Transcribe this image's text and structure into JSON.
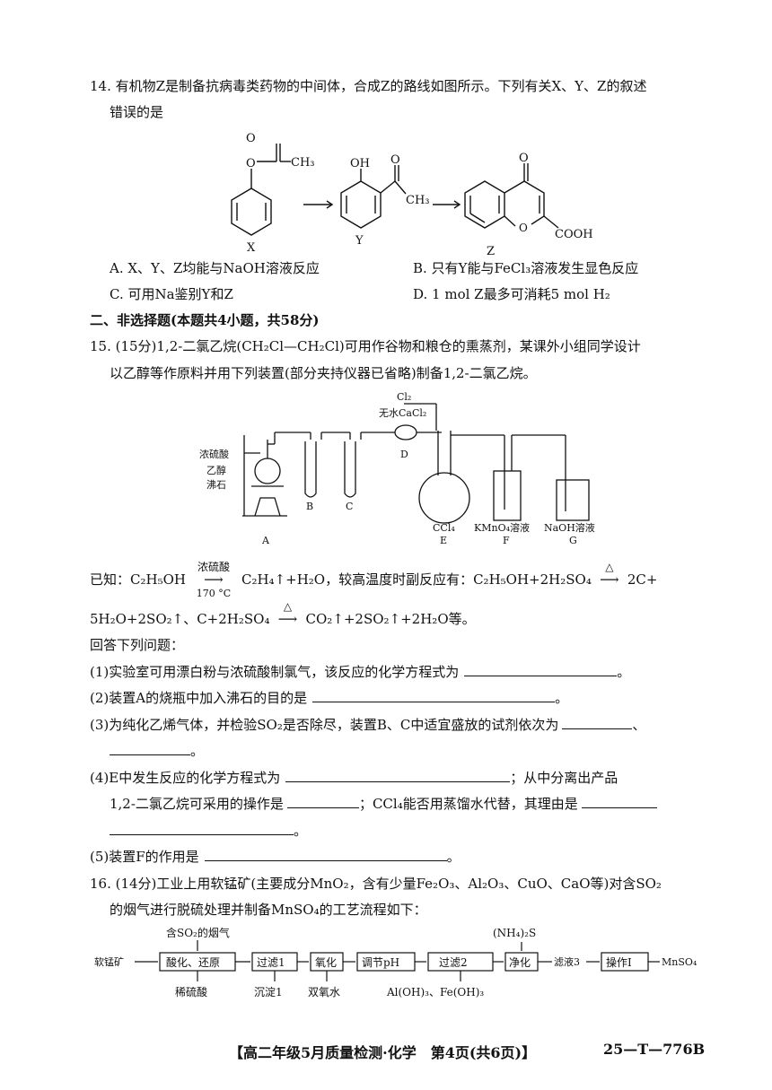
{
  "q14": {
    "line1": "14. 有机物Z是制备抗病毒类药物的中间体，合成Z的路线如图所示。下列有关X、Y、Z的叙述",
    "line2": "错误的是",
    "labels": {
      "x": "X",
      "y": "Y",
      "z": "Z",
      "o": "O",
      "oh": "OH",
      "ch3": "CH₃",
      "cooh": "COOH"
    },
    "options": {
      "a": "A. X、Y、Z均能与NaOH溶液反应",
      "b": "B. 只有Y能与FeCl₃溶液发生显色反应",
      "c": "C. 可用Na鉴别Y和Z",
      "d": "D. 1 mol Z最多可消耗5 mol H₂"
    }
  },
  "section2": "二、非选择题(本题共4小题，共58分)",
  "q15": {
    "line1": "15. (15分)1,2-二氯乙烷(CH₂Cl—CH₂Cl)可用作谷物和粮仓的熏蒸剂，某课外小组同学设计",
    "line2": "以乙醇等作原料并用下列装置(部分夹持仪器已省略)制备1,2-二氯乙烷。",
    "apparatus": {
      "a": "A",
      "b": "B",
      "c": "C",
      "d": "D",
      "e": "E",
      "f": "F",
      "g": "G",
      "cl2": "Cl₂",
      "cacl2": "无水CaCl₂",
      "h2so4": "浓硫酸",
      "ethanol": "乙醇",
      "stones": "沸石",
      "ccl4": "CCl₄",
      "kmno4": "KMnO₄溶液",
      "naoh": "NaOH溶液"
    },
    "known_prefix": "已知：C₂H₅OH",
    "known_cond_top": "浓硫酸",
    "known_cond_bottom": "170 °C",
    "known_rest": "C₂H₄↑+H₂O，较高温度时副反应有：C₂H₅OH+2H₂SO₄",
    "known_end": "2C+",
    "known_line2a": "5H₂O+2SO₂↑、C+2H₂SO₄",
    "known_line2b": "CO₂↑+2SO₂↑+2H₂O等。",
    "delta": "△",
    "answer_intro": "回答下列问题：",
    "sub1": "(1)实验室可用漂白粉与浓硫酸制氯气，该反应的化学方程式为",
    "sub1_end": "。",
    "sub2": "(2)装置A的烧瓶中加入沸石的目的是",
    "sub2_end": "。",
    "sub3": "(3)为纯化乙烯气体，并检验SO₂是否除尽，装置B、C中适宜盛放的试剂依次为",
    "sub3_mid": "、",
    "sub3_end": "。",
    "sub4a": "(4)E中发生反应的化学方程式为",
    "sub4b": "；从中分离出产品",
    "sub4c": "1,2-二氯乙烷可采用的操作是",
    "sub4d": "；CCl₄能否用蒸馏水代替，其理由是",
    "sub4_end": "。",
    "sub5": "(5)装置F的作用是",
    "sub5_end": "。"
  },
  "q16": {
    "line1": "16. (14分)工业上用软锰矿(主要成分MnO₂，含有少量Fe₂O₃、Al₂O₃、CuO、CaO等)对含SO₂",
    "line2": "的烟气进行脱硫处理并制备MnSO₄的工艺流程如下：",
    "flow": {
      "start": "软锰矿",
      "flue": "含SO₂的烟气",
      "step1": "酸化、还原",
      "acid": "稀硫酸",
      "step2": "过滤1",
      "residue1": "沉淀1",
      "step3": "氧化",
      "h2o2": "双氧水",
      "step4": "调节pH",
      "step5": "过滤2",
      "hydroxides": "Al(OH)₃、Fe(OH)₃",
      "nh4s": "(NH₄)₂S",
      "step6": "净化",
      "filtrate3": "滤液3",
      "step7": "操作Ⅰ",
      "product": "MnSO₄"
    }
  },
  "footer": {
    "title": "【高二年级5月质量检测·化学　第4页(共6页)】",
    "code": "25—T—776B"
  }
}
